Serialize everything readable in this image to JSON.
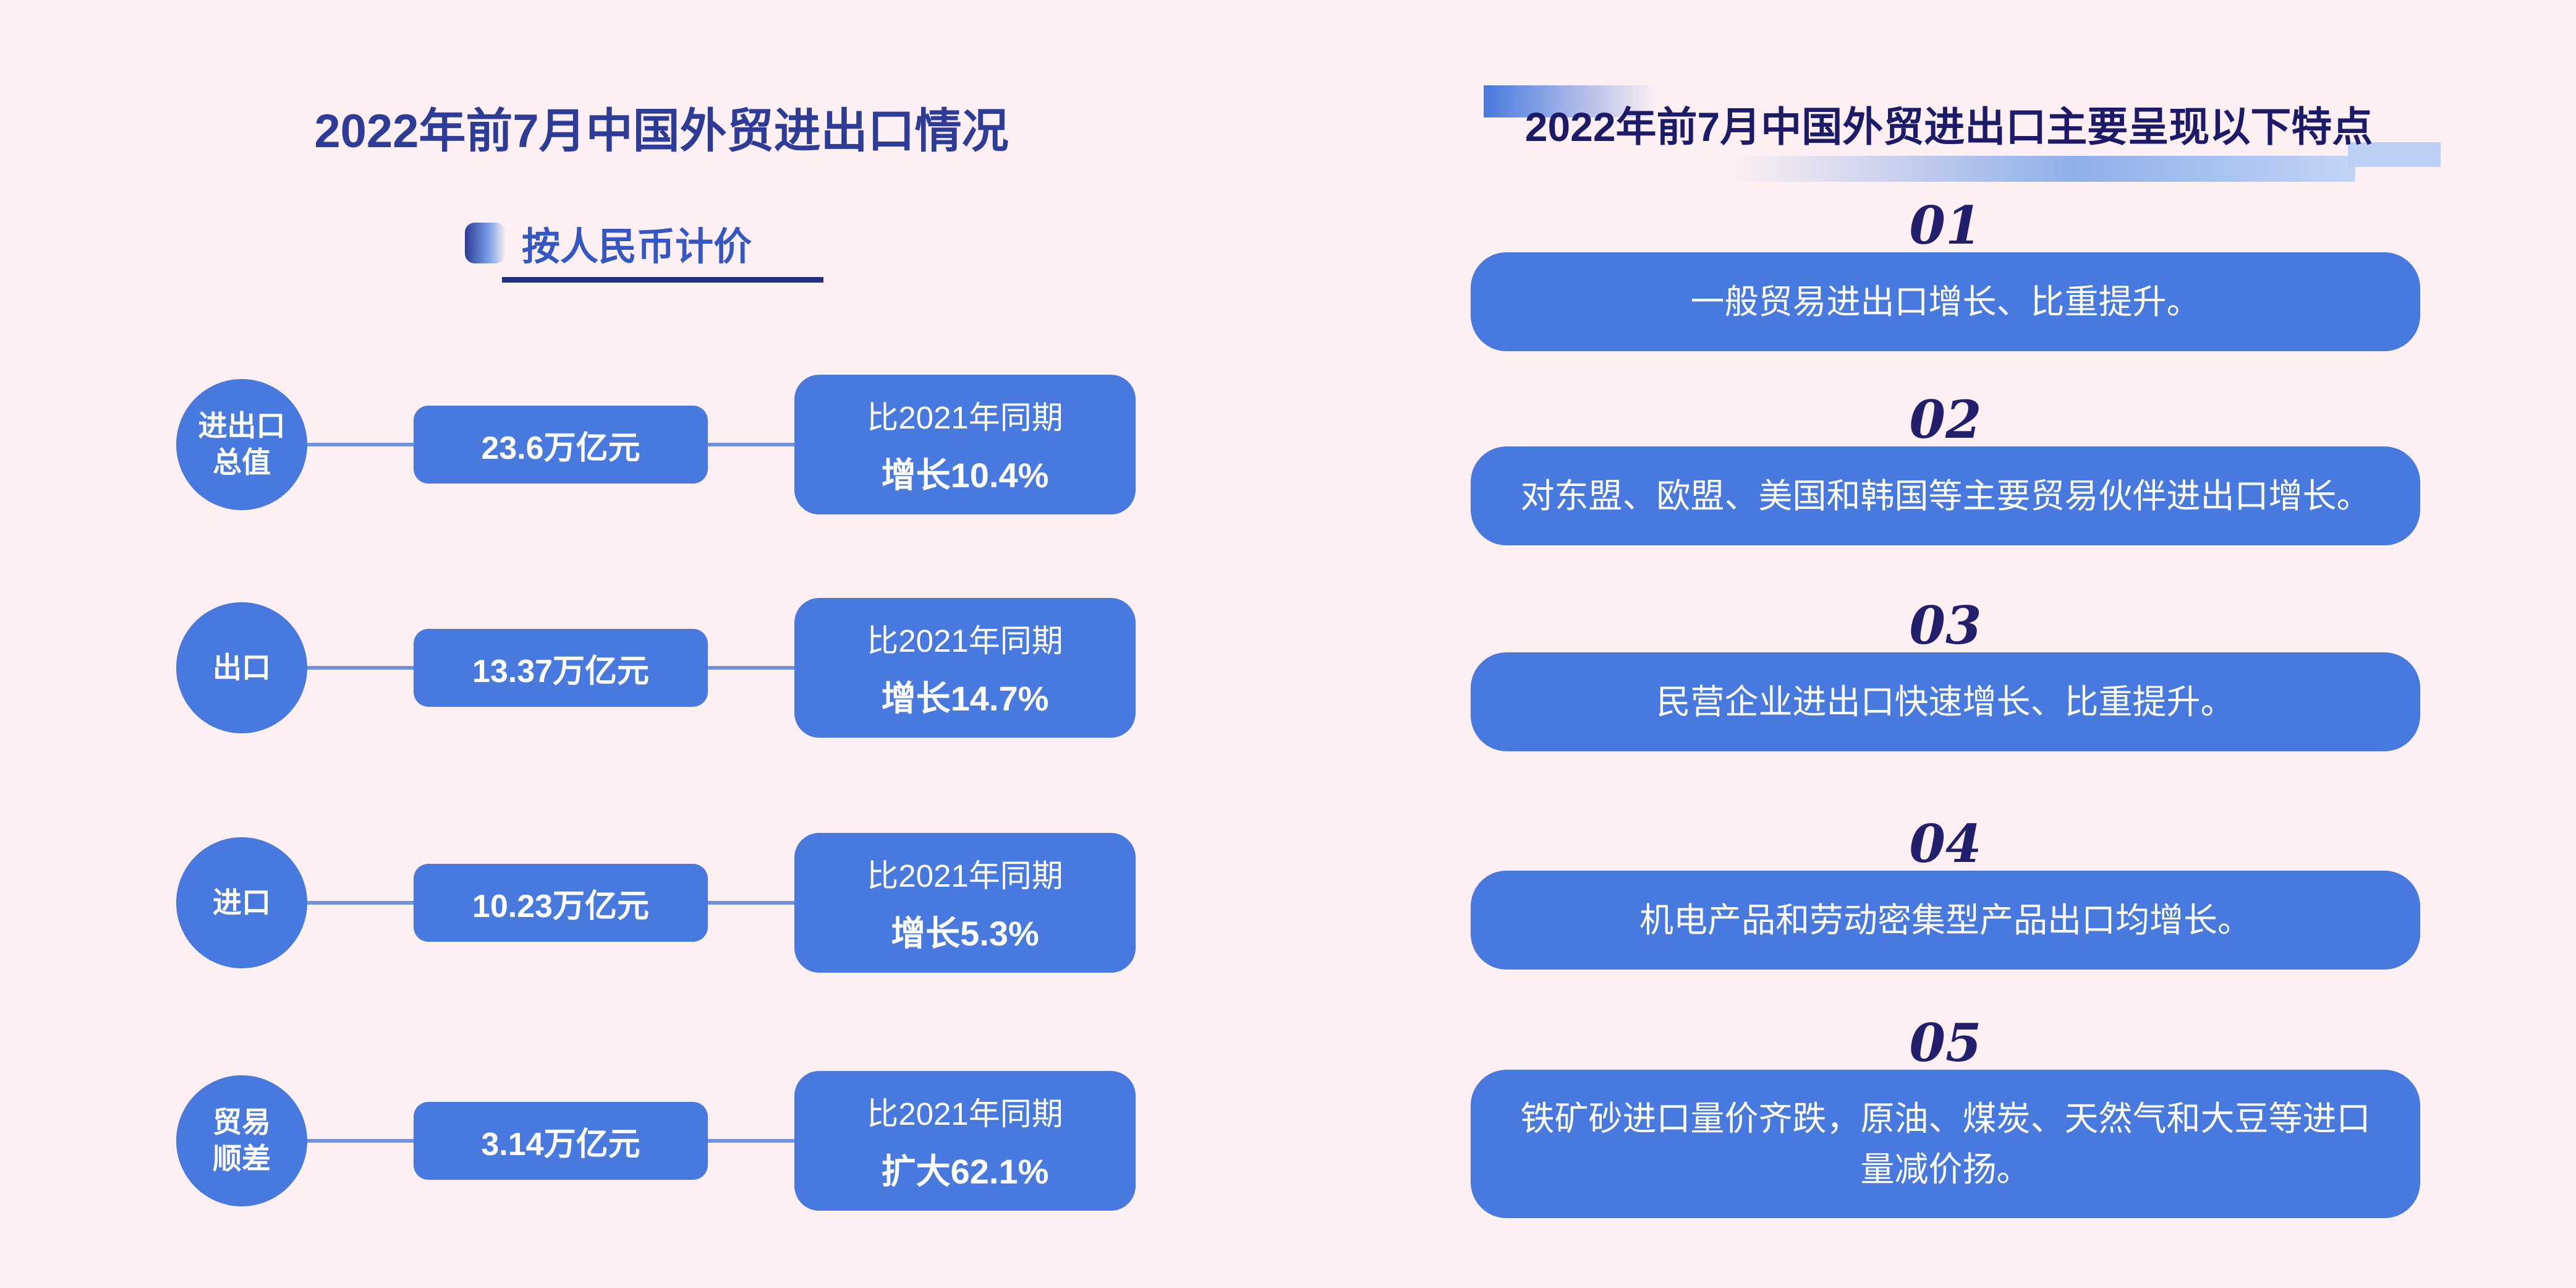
{
  "colors": {
    "background": "#fdeff2",
    "accent_blue": "#4879de",
    "title_blue": "#2d3c96",
    "navy": "#22206d",
    "underline_navy": "#23307c"
  },
  "left": {
    "title": "2022年前7月中国外贸进出口情况",
    "subtitle": "按人民币计价",
    "rows": [
      {
        "label": "进出口\n总值",
        "value": "23.6万亿元",
        "compare": "比2021年同期",
        "change": "增长10.4%"
      },
      {
        "label": "出口",
        "value": "13.37万亿元",
        "compare": "比2021年同期",
        "change": "增长14.7%"
      },
      {
        "label": "进口",
        "value": "10.23万亿元",
        "compare": "比2021年同期",
        "change": "增长5.3%"
      },
      {
        "label": "贸易\n顺差",
        "value": "3.14万亿元",
        "compare": "比2021年同期",
        "change": "扩大62.1%"
      }
    ]
  },
  "right": {
    "title": "2022年前7月中国外贸进出口主要呈现以下特点",
    "items": [
      {
        "number": "01",
        "text": "一般贸易进出口增长、比重提升。"
      },
      {
        "number": "02",
        "text": "对东盟、欧盟、美国和韩国等主要贸易伙伴进出口增长。"
      },
      {
        "number": "03",
        "text": "民营企业进出口快速增长、比重提升。"
      },
      {
        "number": "04",
        "text": "机电产品和劳动密集型产品出口均增长。"
      },
      {
        "number": "05",
        "text": "铁矿砂进口量价齐跌，原油、煤炭、天然气和大豆等进口量减价扬。"
      }
    ]
  }
}
